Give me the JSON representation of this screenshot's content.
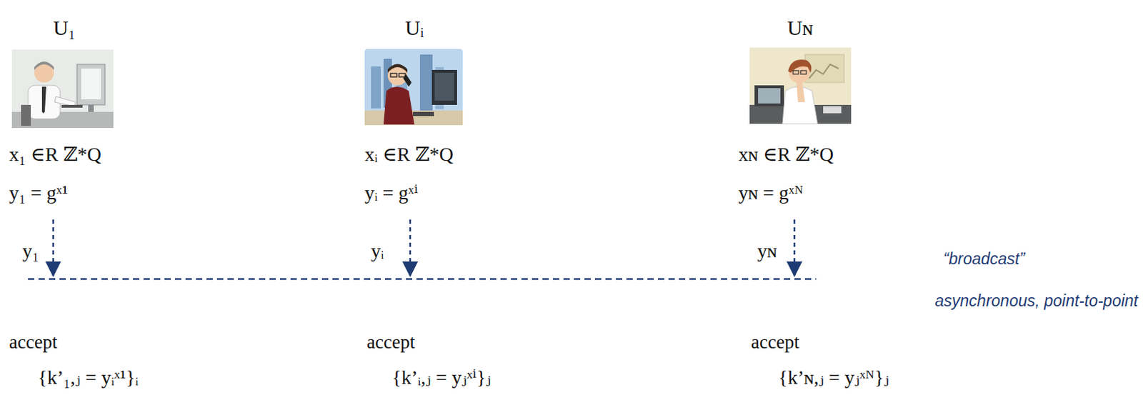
{
  "diagram": {
    "labels": [
      "U₁",
      "Uᵢ",
      "Uɴ",
      "x₁ ∈R ℤ*Q",
      "xᵢ ∈R ℤ*Q",
      "xɴ ∈R ℤ*Q",
      "y₁ = gˣ¹",
      "yᵢ = gˣⁱ",
      "yɴ = gˣᴺ",
      "y₁",
      "yᵢ",
      "yɴ",
      "“broadcast”",
      "asynchronous, point-to-point",
      "accept",
      "accept",
      "accept",
      "{k’₁,ⱼ = yᵢˣ¹}ᵢ",
      "{k’ᵢ,ⱼ = yⱼˣⁱ}ⱼ",
      "{k’ɴ,ⱼ = yⱼˣᴺ}ⱼ"
    ]
  }
}
